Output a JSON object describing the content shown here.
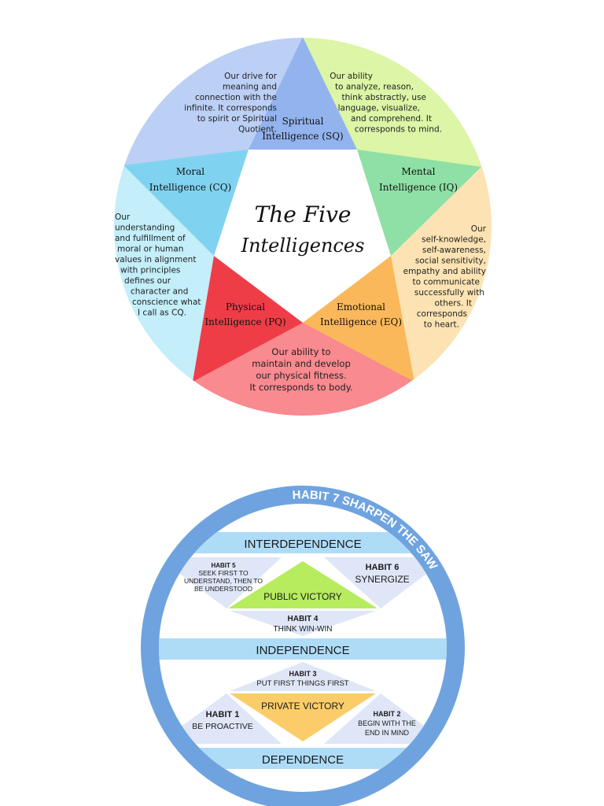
{
  "five_intelligences": {
    "title_line1": "The Five",
    "title_line2": "Intelligences",
    "spiritual": {
      "name1": "Spiritual",
      "name2": "Intelligence (SQ)",
      "desc": [
        "Our drive for",
        "meaning and",
        "connection with the",
        "infinite. It corresponds",
        "to spirit or Spiritual",
        "Quotient."
      ],
      "color": "#a9c3f1"
    },
    "mental": {
      "name1": "Mental",
      "name2": "Intelligence (IQ)",
      "desc": [
        "Our ability",
        "to analyze, reason,",
        "think abstractly, use",
        "language, visualize,",
        "and comprehend. It",
        "corresponds to mind."
      ],
      "color": "#cdf08a"
    },
    "emotional": {
      "name1": "Emotional",
      "name2": "Intelligence (EQ)",
      "desc": [
        "Our",
        "self-knowledge,",
        "self-awareness,",
        "social sensitivity,",
        "empathy and ability",
        "to communicate",
        "successfully with",
        "others. It",
        "corresponds",
        "to heart."
      ],
      "color": "#fbd99a"
    },
    "physical": {
      "name1": "Physical",
      "name2": "Intelligence (PQ)",
      "desc": [
        "Our ability to",
        "maintain and develop",
        "our physical fitness.",
        "It corresponds to body."
      ],
      "color": "#f7707a"
    },
    "moral": {
      "name1": "Moral",
      "name2": "Intelligence (CQ)",
      "desc": [
        "Our",
        "understanding",
        "and fulfillment of",
        "moral or human",
        "values in alignment",
        "with principles",
        "defines our",
        "character and",
        "conscience what",
        "I call as CQ."
      ],
      "color": "#aee7f7"
    }
  },
  "seven_habits": {
    "ring_label": "HABIT 7 SHARPEN THE SAW",
    "interdependence": "INTERDEPENDENCE",
    "independence": "INDEPENDENCE",
    "dependence": "DEPENDENCE",
    "public_victory": "PUBLIC VICTORY",
    "private_victory": "PRIVATE VICTORY",
    "habit5": {
      "title": "HABIT 5",
      "lines": [
        "SEEK FIRST TO",
        "UNDERSTAND, THEN TO",
        "BE UNDERSTOOD"
      ]
    },
    "habit6": {
      "title": "HABIT 6",
      "lines": [
        "SYNERGIZE"
      ]
    },
    "habit4": {
      "title": "HABIT 4",
      "lines": [
        "THINK WIN-WIN"
      ]
    },
    "habit3": {
      "title": "HABIT 3",
      "lines": [
        "PUT FIRST THINGS FIRST"
      ]
    },
    "habit1": {
      "title": "HABIT 1",
      "lines": [
        "BE PROACTIVE"
      ]
    },
    "habit2": {
      "title": "HABIT 2",
      "lines": [
        "BEGIN WITH THE",
        "END IN MIND"
      ]
    },
    "colors": {
      "ring": "#6fa3df",
      "band": "#aedcf7",
      "tri": "#dfe6f7",
      "public": "#b6ec5e",
      "private": "#fbcd6a"
    }
  }
}
